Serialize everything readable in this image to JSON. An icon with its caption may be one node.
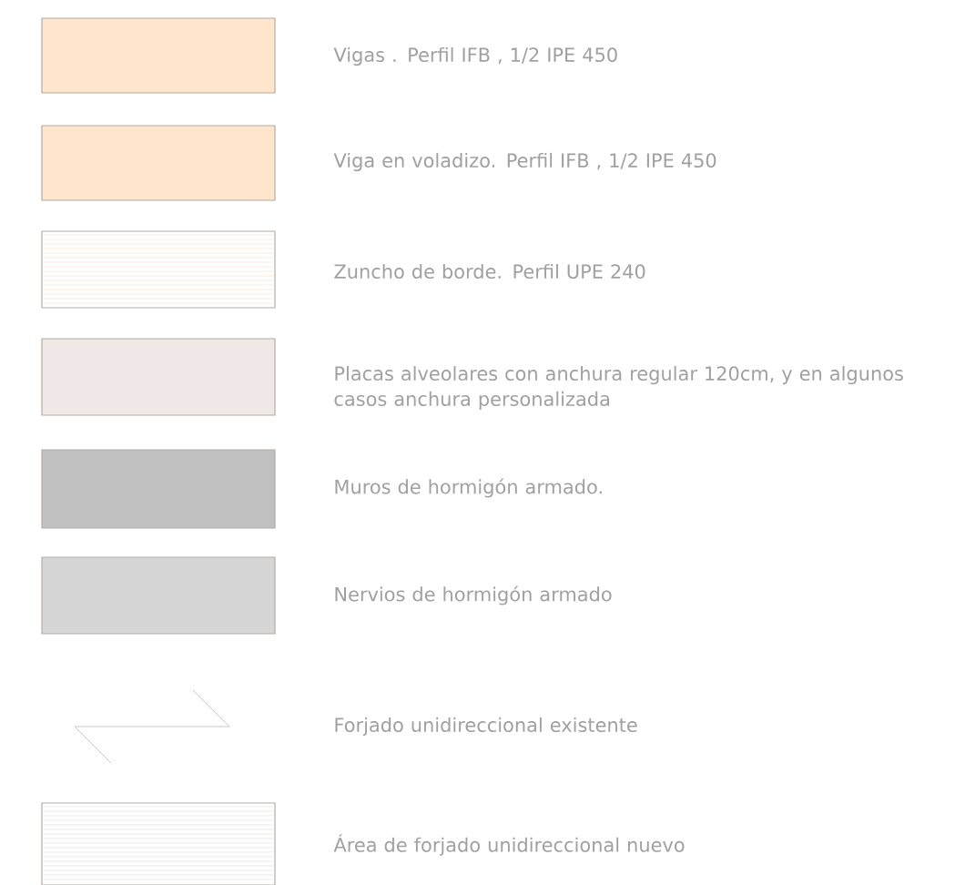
{
  "diagram": {
    "legend": [
      {
        "text": "Vigas . Perfil IFB , 1/2 IPE 450",
        "color": "#ffe5cc"
      },
      {
        "text": "Viga en voladizo. Perfil IFB , 1/2 IPE 450",
        "color": "#ffe5cc"
      },
      {
        "text": "Zuncho de borde. Perfil UPE 240"
      },
      {
        "text": "Placas alveolares con anchura regular 120cm, y en algunos casos anchura personalizada",
        "color": "#f0e8e6"
      },
      {
        "text": "Muros de hormigón armado.",
        "color": "#c0c0c0"
      },
      {
        "text": "Nervios de hormigón armado",
        "color": "#d6d6d6"
      },
      {
        "text": "Forjado unidireccional existente"
      },
      {
        "text": "Área de forjado unidireccional nuevo"
      }
    ]
  }
}
